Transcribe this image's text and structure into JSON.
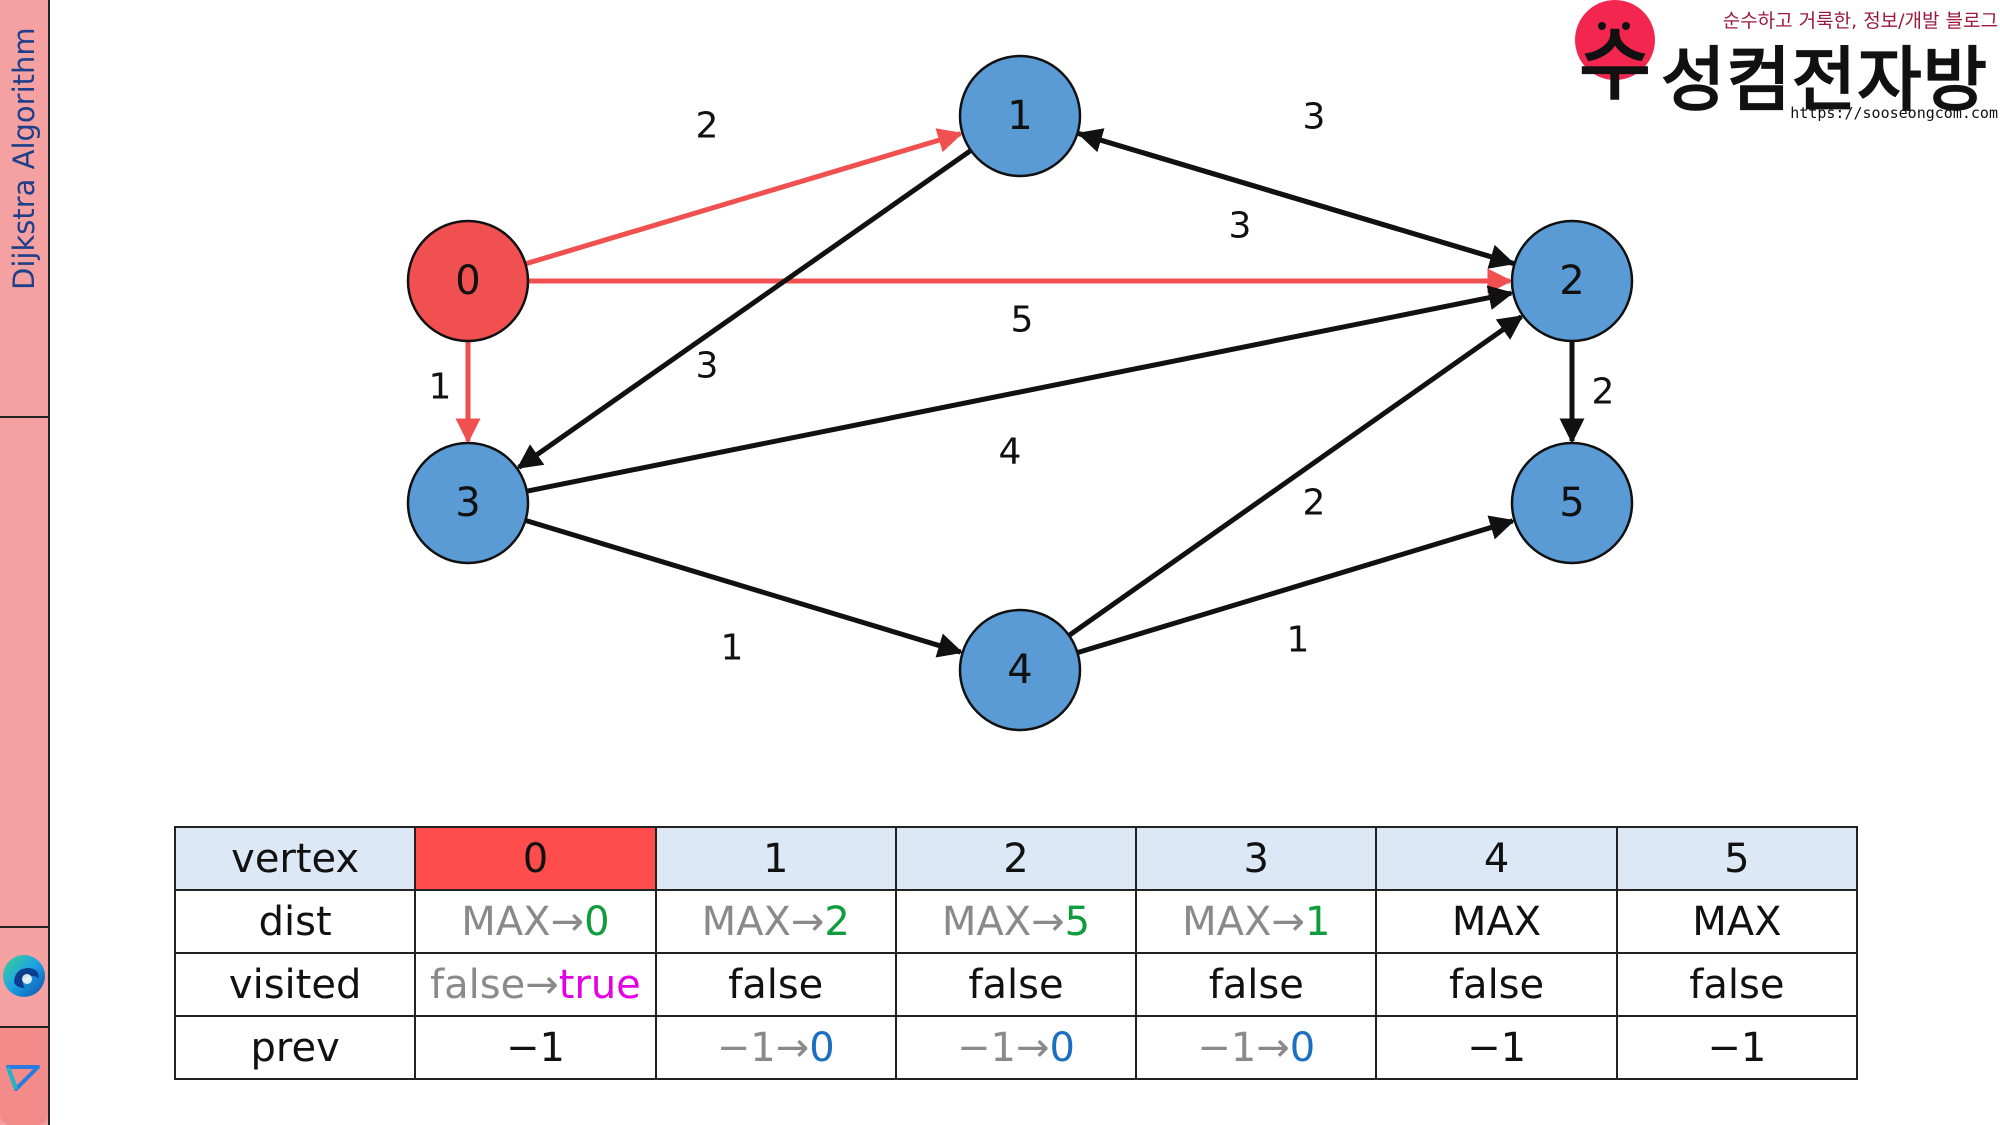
{
  "sidebar": {
    "title": "Dijkstra Algorithm"
  },
  "brand": {
    "tagline": "순수하고 거룩한, 정보/개발 블로그",
    "name": "성컴전자방",
    "logo_letter": "수",
    "url": "https://sooseongcom.com"
  },
  "colors": {
    "visited_node": "#f05050",
    "unvisited_node": "#5b9bd5",
    "active_edge": "#f05050",
    "edge": "#111111",
    "header_row": "#dce8f5",
    "active_header": "#ff4d4d",
    "changed_value_green": "#0e9c3c",
    "changed_value_magenta": "#e400e4",
    "changed_value_blue": "#1a6fc0"
  },
  "graph": {
    "nodes": [
      {
        "id": "0",
        "label": "0",
        "state": "visited"
      },
      {
        "id": "1",
        "label": "1",
        "state": "unvisited"
      },
      {
        "id": "2",
        "label": "2",
        "state": "unvisited"
      },
      {
        "id": "3",
        "label": "3",
        "state": "unvisited"
      },
      {
        "id": "4",
        "label": "4",
        "state": "unvisited"
      },
      {
        "id": "5",
        "label": "5",
        "state": "unvisited"
      }
    ],
    "edges": [
      {
        "from": "0",
        "to": "1",
        "weight": "2",
        "highlight": true
      },
      {
        "from": "0",
        "to": "2",
        "weight": "5",
        "highlight": true
      },
      {
        "from": "0",
        "to": "3",
        "weight": "1",
        "highlight": true
      },
      {
        "from": "1",
        "to": "2",
        "weight": "3",
        "highlight": false
      },
      {
        "from": "2",
        "to": "1",
        "weight": "3",
        "highlight": false
      },
      {
        "from": "1",
        "to": "3",
        "weight": "3",
        "highlight": false
      },
      {
        "from": "3",
        "to": "2",
        "weight": "4",
        "highlight": false
      },
      {
        "from": "2",
        "to": "5",
        "weight": "2",
        "highlight": false
      },
      {
        "from": "3",
        "to": "4",
        "weight": "1",
        "highlight": false
      },
      {
        "from": "4",
        "to": "2",
        "weight": "2",
        "highlight": false
      },
      {
        "from": "4",
        "to": "5",
        "weight": "1",
        "highlight": false
      }
    ]
  },
  "table": {
    "row_labels": {
      "vertex": "vertex",
      "dist": "dist",
      "visited": "visited",
      "prev": "prev"
    },
    "arrow": "→",
    "columns": [
      {
        "vertex": "0",
        "dist_old": "MAX",
        "dist_new": "0",
        "visited_old": "false",
        "visited_new": "true",
        "prev_old": "",
        "prev_new": "",
        "prev": "−1"
      },
      {
        "vertex": "1",
        "dist_old": "MAX",
        "dist_new": "2",
        "visited": "false",
        "prev_old": "−1",
        "prev_new": "0"
      },
      {
        "vertex": "2",
        "dist_old": "MAX",
        "dist_new": "5",
        "visited": "false",
        "prev_old": "−1",
        "prev_new": "0"
      },
      {
        "vertex": "3",
        "dist_old": "MAX",
        "dist_new": "1",
        "visited": "false",
        "prev_old": "−1",
        "prev_new": "0"
      },
      {
        "vertex": "4",
        "dist": "MAX",
        "visited": "false",
        "prev": "−1"
      },
      {
        "vertex": "5",
        "dist": "MAX",
        "visited": "false",
        "prev": "−1"
      }
    ]
  }
}
